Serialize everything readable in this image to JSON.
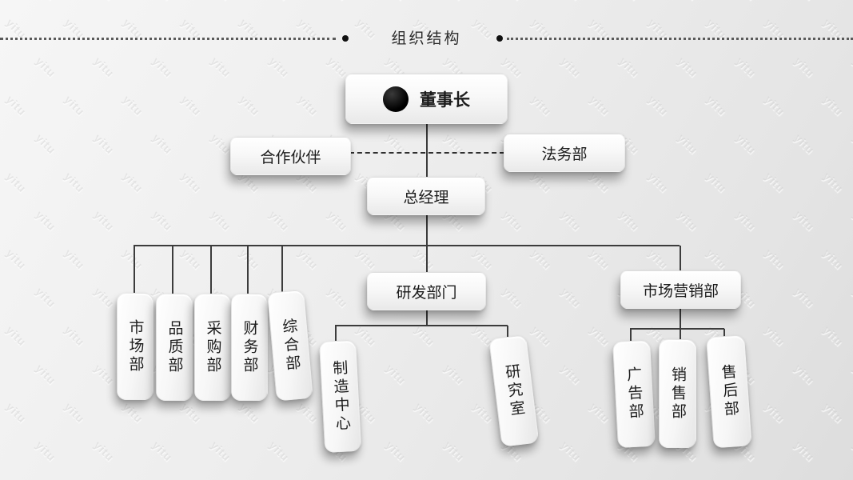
{
  "slide": {
    "title": "组织结构",
    "watermark_text": "yitu"
  },
  "org_chart": {
    "chairman": "董事长",
    "partners": "合作伙伴",
    "legal": "法务部",
    "general_manager": "总经理",
    "rnd_department": "研发部门",
    "marketing_department": "市场营销部",
    "left_departments": [
      "市场部",
      "品质部",
      "采购部",
      "财务部",
      "综合部"
    ],
    "rnd_children": [
      "制造中心",
      "研究室"
    ],
    "marketing_children": [
      "广告部",
      "销售部",
      "售后部"
    ]
  },
  "colors": {
    "background": "#e9e9e9",
    "box_face": "#f8f8f8",
    "text": "#1c1c1c",
    "connector_line": "#3c3c3c",
    "accent_dot": "#101010"
  }
}
